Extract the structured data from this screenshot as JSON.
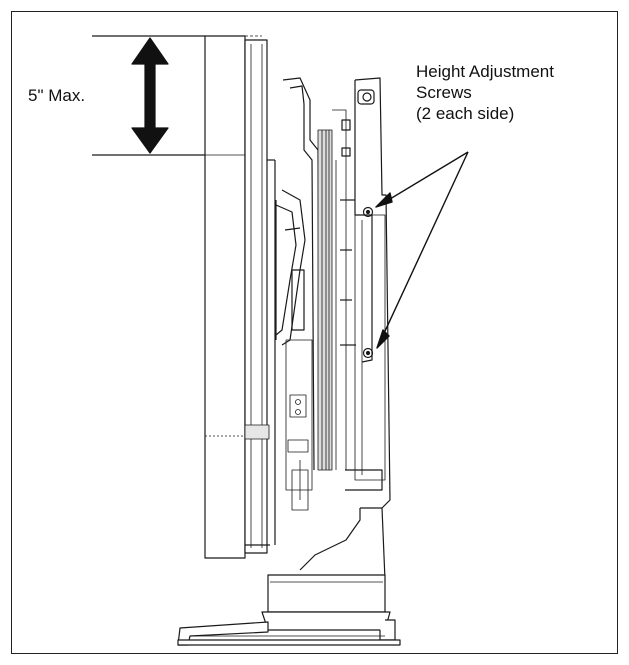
{
  "labels": {
    "max_height": "5\" Max.",
    "screws_line1": "Height Adjustment",
    "screws_line2": "Screws",
    "screws_line3": "(2 each side)"
  },
  "colors": {
    "line": "#1a1a1a",
    "fill": "#ffffff",
    "shade": "#d9d9d9"
  }
}
